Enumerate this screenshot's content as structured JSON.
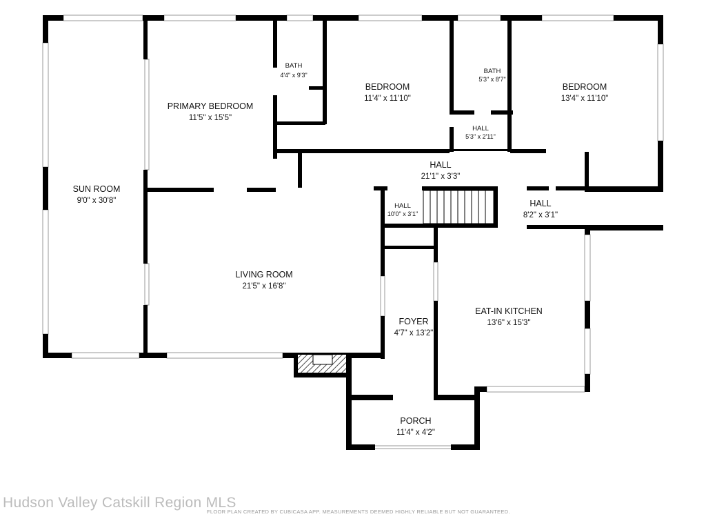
{
  "rooms": {
    "sun_room": {
      "name": "SUN ROOM",
      "dims": "9'0\" x 30'8\""
    },
    "primary_bedroom": {
      "name": "PRIMARY BEDROOM",
      "dims": "11'5\" x 15'5\""
    },
    "bath_1": {
      "name": "BATH",
      "dims": "4'4\" x 9'3\""
    },
    "bedroom_1": {
      "name": "BEDROOM",
      "dims": "11'4\" x 11'10\""
    },
    "bath_2": {
      "name": "BATH",
      "dims": "5'3\" x 8'7\""
    },
    "hall_small": {
      "name": "HALL",
      "dims": "5'3\" x 2'11\""
    },
    "bedroom_2": {
      "name": "BEDROOM",
      "dims": "13'4\" x 11'10\""
    },
    "hall_main": {
      "name": "HALL",
      "dims": "21'1\" x 3'3\""
    },
    "hall_stair": {
      "name": "HALL",
      "dims": "10'0\" x 3'1\""
    },
    "hall_right": {
      "name": "HALL",
      "dims": "8'2\" x 3'1\""
    },
    "living_room": {
      "name": "LIVING ROOM",
      "dims": "21'5\" x 16'8\""
    },
    "foyer": {
      "name": "FOYER",
      "dims": "4'7\" x 13'2\""
    },
    "kitchen": {
      "name": "EAT-IN KITCHEN",
      "dims": "13'6\" x 15'3\""
    },
    "porch": {
      "name": "PORCH",
      "dims": "11'4\" x 4'2\""
    }
  },
  "watermark": "Hudson Valley Catskill Region MLS",
  "credit": "FLOOR PLAN CREATED BY CUBICASA APP. MEASUREMENTS DEEMED HIGHLY RELIABLE BUT NOT GUARANTEED.",
  "colors": {
    "wall": "#000000",
    "window": "#9a9a9a",
    "background": "#ffffff"
  }
}
